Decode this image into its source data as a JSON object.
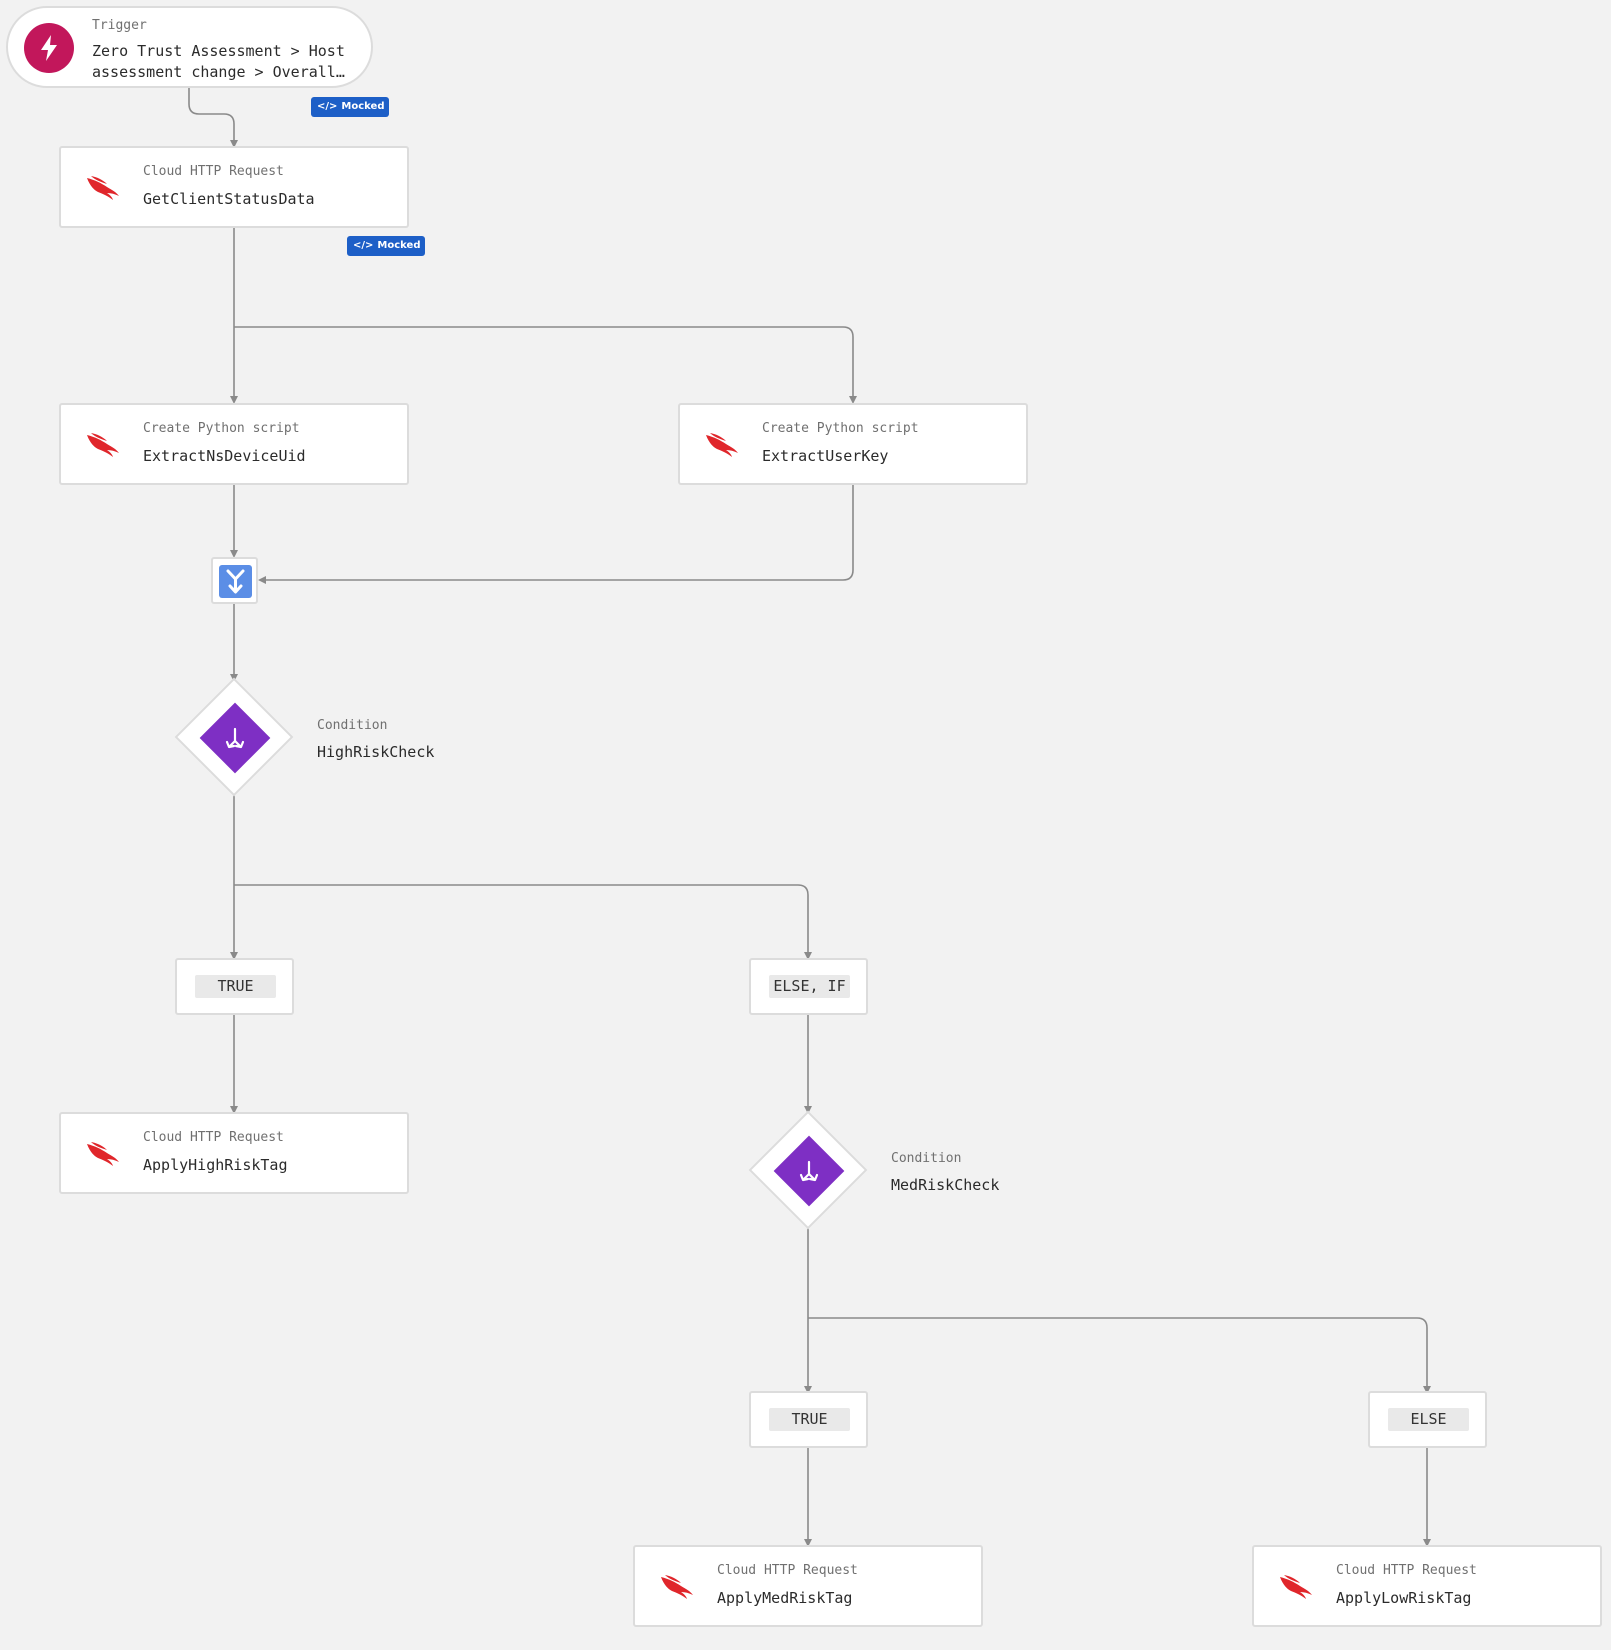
{
  "trigger": {
    "type": "Trigger",
    "description": "Zero Trust Assessment > Host assessment change > Overall…"
  },
  "badges": {
    "mocked": "Mocked"
  },
  "actions": [
    {
      "type": "Cloud HTTP Request",
      "name": "GetClientStatusData"
    },
    {
      "type": "Create Python script",
      "name": "ExtractNsDeviceUid"
    },
    {
      "type": "Create Python script",
      "name": "ExtractUserKey"
    },
    {
      "type": "Cloud HTTP Request",
      "name": "ApplyHighRiskTag"
    },
    {
      "type": "Cloud HTTP Request",
      "name": "ApplyMedRiskTag"
    },
    {
      "type": "Cloud HTTP Request",
      "name": "ApplyLowRiskTag"
    }
  ],
  "conditions": [
    {
      "type": "Condition",
      "name": "HighRiskCheck"
    },
    {
      "type": "Condition",
      "name": "MedRiskCheck"
    }
  ],
  "branches": [
    "TRUE",
    "ELSE, IF",
    "TRUE",
    "ELSE"
  ],
  "colors": {
    "trigger": "#c2175b",
    "condition": "#7e2fc4",
    "merge": "#5b8ee6",
    "badge": "#1d5fc7",
    "logo": "#e0262b",
    "edge": "#8a8a8a"
  },
  "icons": {
    "trigger": "lightning-bolt-icon",
    "action": "falcon-logo-icon",
    "merge": "merge-arrows-icon",
    "condition": "split-arrows-icon",
    "badge": "code-icon"
  }
}
